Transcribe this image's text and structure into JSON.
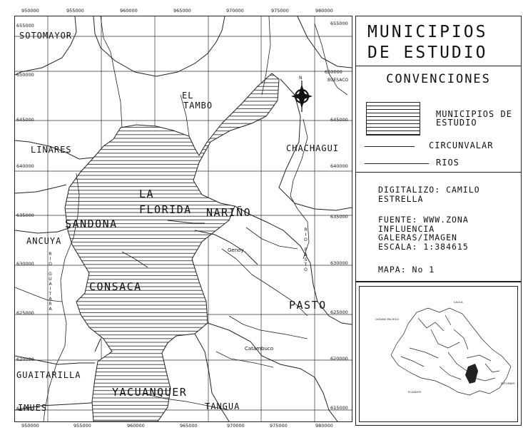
{
  "map": {
    "x_ticks": [
      "950000",
      "955000",
      "960000",
      "965000",
      "970000",
      "975000",
      "980000"
    ],
    "y_ticks": [
      "655000",
      "650000",
      "645000",
      "640000",
      "635000",
      "630000",
      "625000",
      "620000",
      "615000"
    ],
    "places": {
      "sotomayor": "SOTOMAYOR",
      "el_tambo_1": "EL",
      "el_tambo_2": "TAMBO",
      "buesaco": "BUESACO",
      "linares": "LINARES",
      "chachagui": "CHACHAGUI",
      "la_florida_1": "LA",
      "la_florida_2": "FLORIDA",
      "narino": "NARIÑO",
      "sandona": "SANDONA",
      "ancuya": "ANCUYA",
      "genoy": "Genoy",
      "consaca": "CONSACA",
      "pasto": "PASTO",
      "catambuco": "Catambuco",
      "guaitarilla": "GUAITARILLA",
      "yacuanquer": "YACUANQUER",
      "imues": "IMUES",
      "tangua": "TANGUA",
      "rio_guaitara": "RIO GUAITARA",
      "rio_pasto": "RIO PASTO"
    },
    "north_letter": "N"
  },
  "panel": {
    "title_line1": "MUNICIPIOS",
    "title_line2": "DE ESTUDIO",
    "conventions_title": "CONVENCIONES",
    "legend_municipios_1": "MUNICIPIOS DE",
    "legend_municipios_2": "ESTUDIO",
    "legend_circunvalar": "CIRCUNVALAR",
    "legend_rios": "RIOS",
    "digitalizo": "DIGITALIZO: CAMILO\nESTRELLA",
    "fuente": "FUENTE: WWW.ZONA\nINFLUENCIA\nGALERAS/IMAGEN\nESCALA: 1:384615",
    "mapa": "MAPA: No 1"
  },
  "locator": {
    "labels": [
      "OCEANO PACIFICO",
      "CAUCA",
      "ECUADOR",
      "PUTUMAYO"
    ]
  },
  "colors": {
    "line": "#222222",
    "hatch": "#333333",
    "background": "#ffffff"
  }
}
